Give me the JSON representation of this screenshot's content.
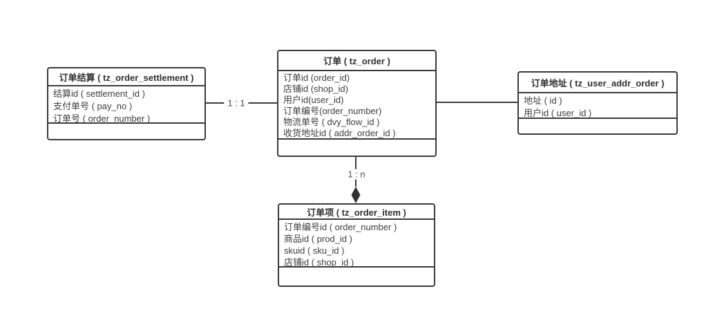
{
  "diagram": {
    "background_color": "#ffffff",
    "line_color": "#3a3a3a",
    "text_color": "#3d3d3d",
    "entities": [
      {
        "id": "tz_order_settlement",
        "title": "订单结算 ( tz_order_settlement )",
        "fields": [
          "结算id ( settlement_id )",
          "支付单号 ( pay_no )",
          "订单号 ( order_number )"
        ]
      },
      {
        "id": "tz_order",
        "title": "订单 ( tz_order )",
        "fields": [
          "订单id (order_id)",
          "店铺id (shop_id)",
          "用户id(user_id)",
          "订单编号(order_number)",
          "物流单号 ( dvy_flow_id )",
          "收货地址id ( addr_order_id )"
        ]
      },
      {
        "id": "tz_user_addr_order",
        "title": "订单地址 ( tz_user_addr_order )",
        "fields": [
          "地址 ( id )",
          "用户id ( user_id )"
        ]
      },
      {
        "id": "tz_order_item",
        "title": "订单项 ( tz_order_item )",
        "fields": [
          "订单编号id ( order_number )",
          "商品id ( prod_id )",
          "skuid ( sku_id )",
          "店铺id ( shop_id )"
        ]
      }
    ],
    "relations": [
      {
        "from": "tz_order_settlement",
        "to": "tz_order",
        "label": "1 : 1",
        "arrow": "none"
      },
      {
        "from": "tz_order",
        "to": "tz_user_addr_order",
        "label": "",
        "arrow": "none"
      },
      {
        "from": "tz_order",
        "to": "tz_order_item",
        "label": "1 : n",
        "arrow": "filled-diamond"
      }
    ]
  }
}
